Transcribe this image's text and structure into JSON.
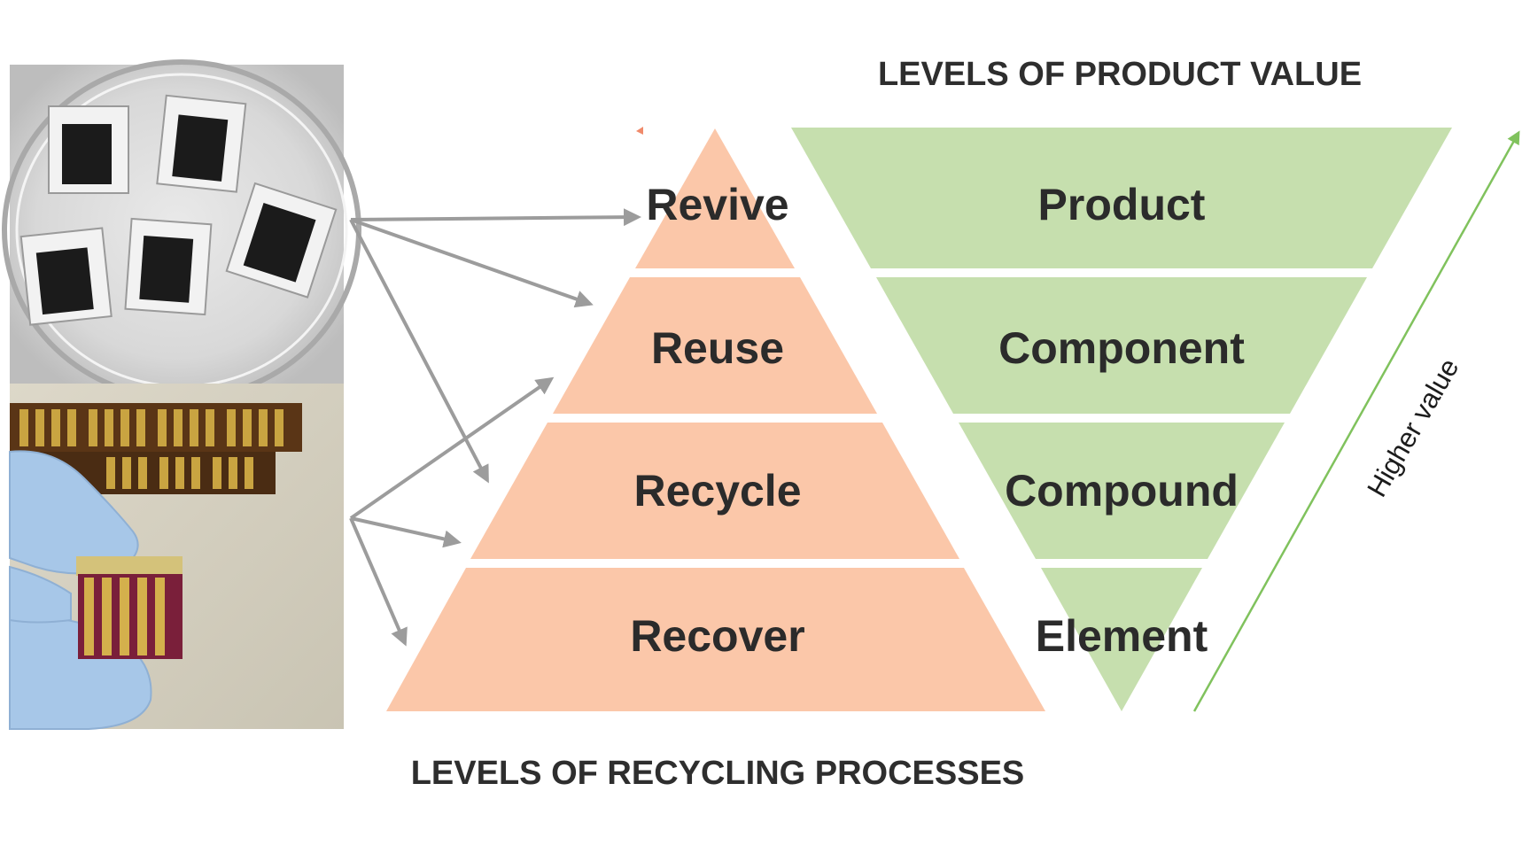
{
  "headings": {
    "product_value": "LEVELS OF PRODUCT VALUE",
    "recycling_processes": "LEVELS OF RECYCLING PROCESSES"
  },
  "recycling_levels": [
    "Revive",
    "Reuse",
    "Recycle",
    "Recover"
  ],
  "product_levels": [
    "Product",
    "Component",
    "Compound",
    "Element"
  ],
  "value_arrow_label": "Higher value",
  "colors": {
    "pyramid_fill": "#fbc7a9",
    "value_fill": "#c6dfae",
    "value_arrow": "#80c25d",
    "link_arrows": "#9c9c9c",
    "heading_text": "#2e2e2e"
  },
  "photos": [
    {
      "name": "photo-devices-in-dish",
      "icon": "petri-dish-with-devices"
    },
    {
      "name": "photo-gloved-hand-holding-cells",
      "icon": "gloved-hand-with-gold-electrode-cells"
    }
  ]
}
